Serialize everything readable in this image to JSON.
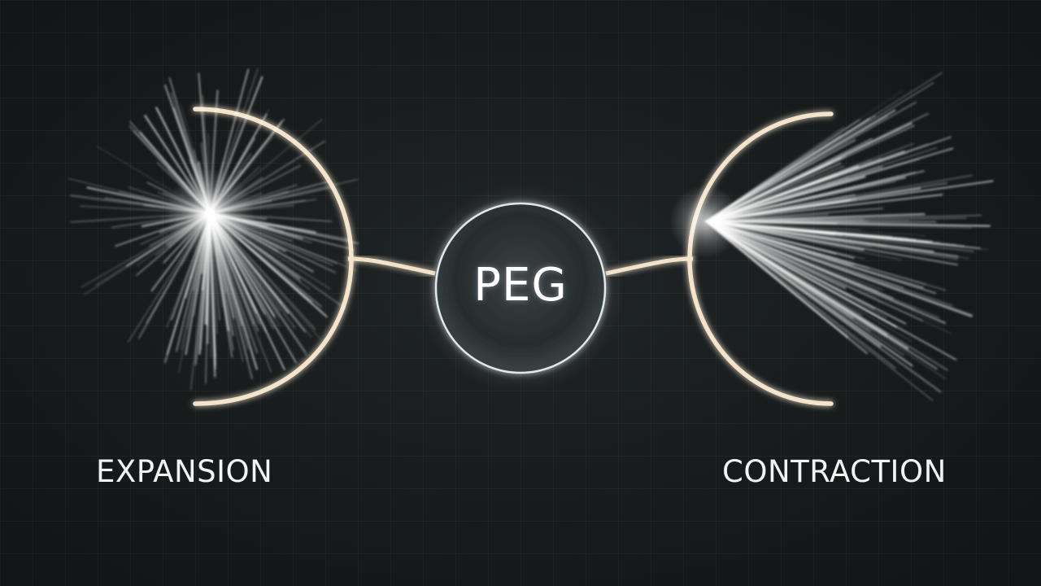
{
  "diagram": {
    "center_label": "PEG",
    "left_label": "EXPANSION",
    "right_label": "CONTRACTION",
    "colors": {
      "background": "#161a1b",
      "arc_glow": "#e8c9a0",
      "text": "#f2f4f4"
    }
  }
}
